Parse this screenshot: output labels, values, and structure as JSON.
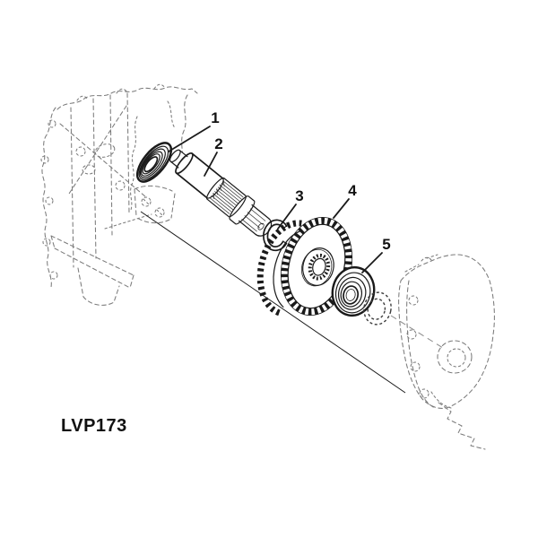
{
  "figure": {
    "code": "LVP173",
    "callouts": [
      {
        "label": "1"
      },
      {
        "label": "2"
      },
      {
        "label": "3"
      },
      {
        "label": "4"
      },
      {
        "label": "5"
      }
    ]
  },
  "colors": {
    "ink": "#1a1a1a",
    "sketch": "#7b7b7b",
    "bg": "#ffffff"
  }
}
